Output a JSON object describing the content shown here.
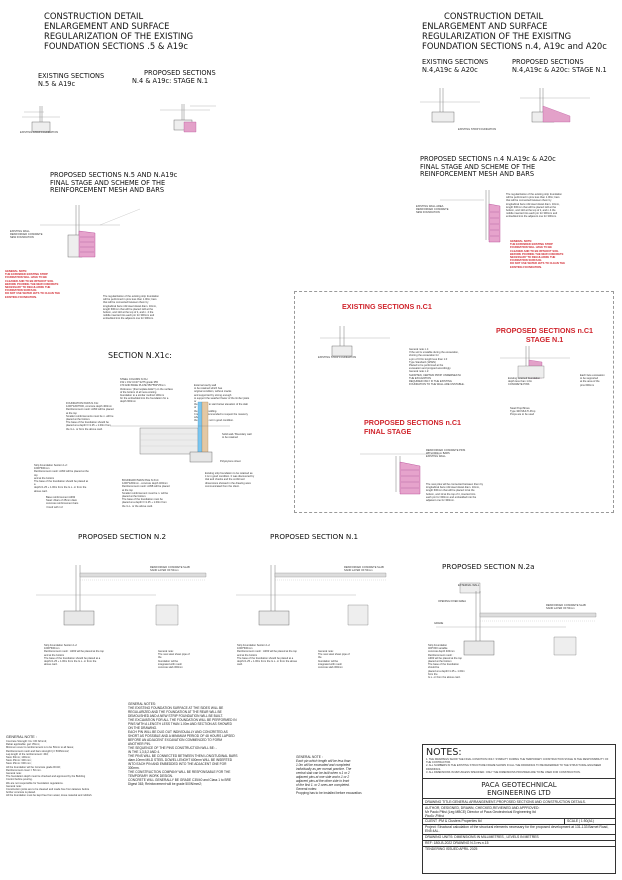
{
  "titles": {
    "left_main": [
      "CONSTRUCTION DETAIL",
      "ENLARGEMENT AND SURFACE",
      "REGULARIZATION OF THE EXISTING",
      "FOUNDATION SECTIONS .5 & A19c"
    ],
    "right_main": [
      "CONSTRUCTION DETAIL",
      "ENLARGEMENT AND SURFACE",
      "REGULARIZATION OF THE EXISITNG",
      "FOUNDATION SECTIONS n.4, A19c and A20c"
    ]
  },
  "headings": {
    "existing_5": [
      "EXISTING SECTIONS",
      "N.5 & A19c"
    ],
    "proposed_4": [
      "PROPOSED SECTIONS",
      "N.4 & A19c: STAGE N.1"
    ],
    "existing_4": [
      "EXISTING SECTIONS",
      "N.4,A19c & A20c"
    ],
    "proposed_4b": [
      "PROPOSED SECTIONS",
      "N.4,A19c & A20c: STAGE N.1"
    ],
    "final_5": [
      "PROPOSED  SECTIONS N.5 AND  N.A19c",
      "FINAL STAGE AND SCHEME OF THE",
      "REINFORCEMENT MESH AND BARS"
    ],
    "final_4": [
      "PROPOSED  SECTIONS n.4  N.A19c & A20c",
      "FINAL STAGE AND SCHEME OF THE",
      "REINFORCEMENT MESH AND BARS"
    ],
    "existing_c1": "EXISTING SECTIONS n.C1",
    "proposed_c1": [
      "PROPOSED SECTIONS n.C1",
      "STAGE N.1"
    ],
    "proposed_c1_final": [
      "PROPOSED SECTIONS n.C1",
      "FINAL STAGE"
    ],
    "section_x1c": "SECTION N.X1c:",
    "proposed_n2": "PROPOSED SECTION N.2",
    "proposed_n1": "PROPOSED SECTION N.1",
    "proposed_n2a": "PROPOSED SECTION N.2a"
  },
  "red_notes": {
    "general_note_left": [
      "GENERAL NOTE:",
      "THE EXPANDED EXISTING STRIP",
      "FOUNDATION WILL HAVE TO BE",
      "CLEANED AND TO BE WITHOUT SOIL",
      "BEFORE POURING THE NEW CONCRETE",
      "NECESSARY TO REGULARIZE THE",
      "FOUNDATION SURFACE.",
      "DO NOT USE WATER JETS TO CLEAN THE",
      "EXISTING FOUNDATION."
    ],
    "general_note_right": [
      "GENERAL NOTE:",
      "THE EXPANDED EXISTING STRIP",
      "FOUNDATION WILL HAVE TO BE",
      "CLEANED AND TO BE WITHOUT SOIL",
      "BEFORE POURING THE NEW CONCRETE",
      "NECESSARY TO REGULARIZE THE",
      "FOUNDATION SURFACE.",
      "DO NOT USE WATER JETS TO CLEAN THE",
      "EXISTING FOUNDATION."
    ]
  },
  "small_labels": {
    "existing_strip_left": "EXISTING STRIP FOUNDATION",
    "existing_strip_right": "EXISTING STRIP FOUNDATION",
    "existing_strip_c1": "EXISTING STRIP FOUNDATION",
    "polystyrene": "Polystyrene sheet",
    "steel_col": "STEEL COLUMN N.X1c",
    "reinforced_slab": "REINFORCED CONCRETE SLAB",
    "sand_layer": "SAND LAYER OF 50mm",
    "ext_wall": "EXTERNAL WALL",
    "grade": "GRADE",
    "opening_fixed": "OPENING FIXED AREA"
  },
  "general_notes_left": {
    "heading": "GENERAL NOTE :",
    "lines": [
      "Concrete Strength: fcu =30 N/mm2;",
      "Rebar applicable: ga= 35mm;",
      "Minimum cover to reinforcement is to be 50mm to all faces;",
      "Reinforcement mesh and bars strength fy= 500N/mm2;",
      "Lap length of the reinforcement: 40d;",
      "Stem 60mm; 100mm;",
      "Stem 45mm: 300 mm;",
      "Stem 25mm: 600 mm;",
      "All the foundation will be Concrete grade RC40;",
      "Reinforcement cover = 50 mm.",
      "General note:",
      "The foundation depth must be checked and approved by the Building Control before pouring.",
      "We are not responsible for foundation regulations.",
      "General note:",
      "Construction joints are to be cleaned and made free from laitance before further concrete is placed.",
      "All the foundation must be kept free from water, loose material and rubbish."
    ]
  },
  "general_notes_center": {
    "heading": "GENERAL NOTES:",
    "lines": [
      "THE EXISTING FOUNDATION SURFACE AT THE SIDES WILL BE",
      "REGULARIZED  AND THE FOUNDATION AT THE REAR WILL BE",
      "DEMOLISHED AND A NEW STRIP FOUNDATION WILL BE BUILT.",
      "THE EXCAVATION FOR ALL THE FOUNDATION WILL BE PERFORMED IN",
      "PINS WITH A LENGTH LESS THAN 1.00m AND SECTION AS SHOWED",
      "ON THE DRAWING.",
      "EACH PIN WILL BE DUG OUT INDIVIDUALLY AND CONCRETED AS",
      "SHORT AS POSSIBLE AND A MINIMUM PERIOD OF 48 HOURS LAPSED",
      "BEFORE AN ADJACENT EXCAVATION COMMENCED TO FORM",
      "ANOTHER PIN.",
      "THE SEQUENCE OF THE PINS CONSTRUCTION  WILL BE: -",
      "IN THE 1,3,5,2 AND 4.",
      "THE  PINS WILL BE CONNECTED BETWEEN THEM LONGITUDINAL BARS",
      "diam.10mm MILD STEEL DOWEL LENGHT 600mm WILL BE INSERTED",
      "INTO EACH PIN AND EMBEDDED INTO THE ADJACENT ONE FOR",
      "300mm.",
      "THE CONSTRUCTION COMPANY WILL BE RESPONSABLE FOR THE",
      "TEMPORARY WORK DESIGN.",
      "CONCRETE WILL GENERALLY BE GRADE C35/40 and Class 1 to BRE",
      "Digest 363; Reinforcement will be grade 500N/mm2;"
    ]
  },
  "general_note_italic": {
    "heading": "GENERAL NOTE :",
    "lines": [
      "Each pin which length will be less than",
      "1.0m will be excavated and completed",
      "individually as per normal practice. The",
      "central slab can be built when n.1 or 2",
      "adjacent pins at one side and n.1 or 2",
      "adjacent pins at the other side in front",
      "of the first 1. or 2 ones are completed.",
      "General notes:",
      "Propping has to be installed before excavation."
    ]
  },
  "title_block": {
    "notes_heading": "NOTES:",
    "notes_lines": [
      "1. THE DRAWINGS SHOW THE FINAL CONDITION ONLY. STABILITY DURING THE TEMPORARY CONSTRUCTION STAGE IS THE RESPONSIBILITY OF THE CONTRACTOR.",
      "2. ALL NUMBERS IN THE EXISTING STRUCTURE FRAME SHOWN IN ALL THE DRAWINGS TO BE REFERRED TO THE STRUCTURAL ENGINEER DRAWINGS.",
      "3. ALL DIMENSIONS IN MM UNLESS SPECIFIED. ONLY THE DIMENSIONS PROVIDED ARE TO BE USED FOR CONSTRUCTION."
    ],
    "company": [
      "PACA GEOTECHNICAL",
      "ENGINEERING LTD"
    ],
    "drawing_title": "DRAWING TITLE:GENERAL ARRANGEMENT-PROPOSED SECTIONS AND CONSTRUCTION DETAILS.",
    "author": "AUTHOR, DESIGNED, DRAWN, CHECKED,REVIEWED AND APPROVED:",
    "author_name": "Mr Paolo Pitisi (Leg MBCE) Director of Paca Geotechnical Engineering ltd",
    "signature": "Paolo Pitisi",
    "client": "CLIENT :PM & Clusters Properties ltd",
    "scale": "SCALE | 1:50(A1)",
    "project": "Project: Structural calculation of the structural elements necessary  for the proposed development at 131-133 Barnet Road, EN5 4AL.",
    "units": "DRAWING UNITS: DIMENSIONS IN MILLIMETRES , LEVELS IN METRES",
    "ref": "REF: 180LB-2022 DRAWING N.3 rev.n.15",
    "issued": "TENDERING ISSUED APRIL  2025"
  }
}
